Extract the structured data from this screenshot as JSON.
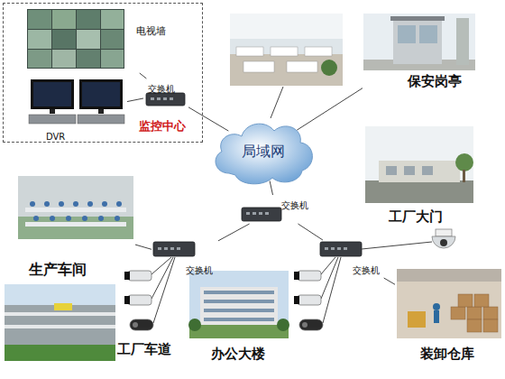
{
  "diagram": {
    "nodes": [
      {
        "text": [
          "监控中心"
        ]
      },
      {
        "text": [
          "电视墙"
        ],
        "in": 0
      },
      {
        "text": [
          "DVR"
        ],
        "in": 0
      },
      {
        "text": [
          "交换机"
        ],
        "in": 0
      },
      {
        "text": [
          "局域网"
        ]
      },
      {
        "text": [
          "保安岗亭"
        ]
      },
      {
        "text": [
          "工厂大门"
        ]
      },
      {
        "text": [
          "交换机"
        ]
      },
      {
        "text": [
          "交换机"
        ]
      },
      {
        "text": [
          "交换机"
        ]
      },
      {
        "text": [
          "生产车间"
        ]
      },
      {
        "text": [
          "工厂车道"
        ]
      },
      {
        "text": [
          "办公大楼"
        ]
      },
      {
        "text": [
          "装卸仓库"
        ]
      }
    ],
    "edges": [
      {
        "from": 1,
        "to": 3,
        "arrow": "none"
      },
      {
        "from": 2,
        "to": 3,
        "arrow": "none"
      },
      {
        "from": 3,
        "to": 4,
        "arrow": "none"
      },
      {
        "from": 4,
        "to": 5,
        "arrow": "none"
      },
      {
        "from": 4,
        "to": 7,
        "arrow": "none"
      },
      {
        "from": 7,
        "to": 8,
        "arrow": "none"
      },
      {
        "from": 7,
        "to": 9,
        "arrow": "none"
      },
      {
        "from": 8,
        "to": 10,
        "arrow": "none"
      },
      {
        "from": 9,
        "to": 13,
        "arrow": "none"
      }
    ]
  }
}
